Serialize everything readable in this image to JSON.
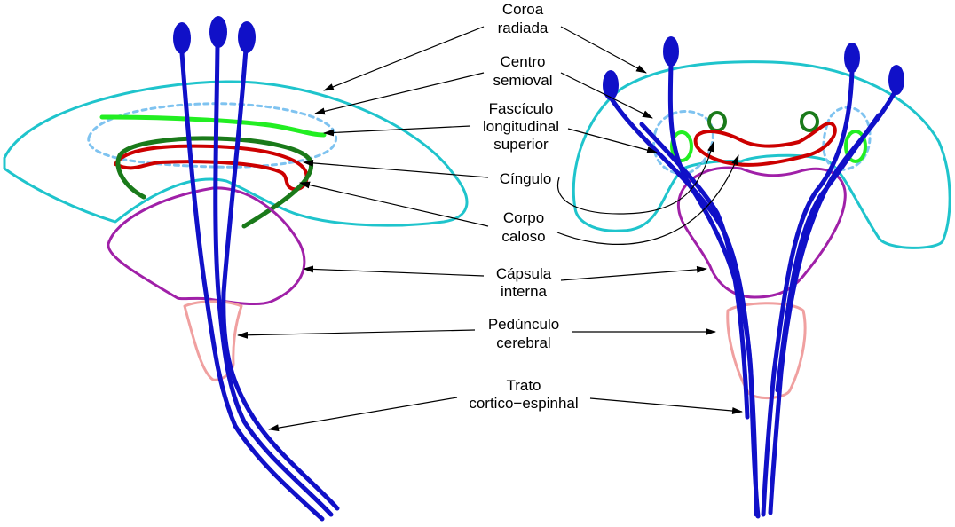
{
  "labels": {
    "corona_line1": "Coroa",
    "corona_line2": "radiada",
    "centrum_line1": "Centro",
    "centrum_line2": "semioval",
    "fasciculus_line1": "Fascículo",
    "fasciculus_line2": "longitudinal",
    "fasciculus_line3": "superior",
    "cingulum": "Cíngulo",
    "corpus_line1": "Corpo",
    "corpus_line2": "caloso",
    "capsule_line1": "Cápsula",
    "capsule_line2": "interna",
    "peduncle_line1": "Pedúnculo",
    "peduncle_line2": "cerebral",
    "tract_line1": "Trato",
    "tract_line2": "cortico−espinhal"
  },
  "colors": {
    "corona_radiata": "#1fc4cc",
    "centrum_semiovale": "#7fc3f0",
    "superior_longitudinal_fasciculus": "#22ee22",
    "cingulum": "#1a7a1a",
    "corpus_callosum": "#cc0000",
    "internal_capsule": "#a020a8",
    "cerebral_peduncle": "#f0a0a0",
    "corticospinal_tract": "#1010c8",
    "arrows": "#000000"
  }
}
